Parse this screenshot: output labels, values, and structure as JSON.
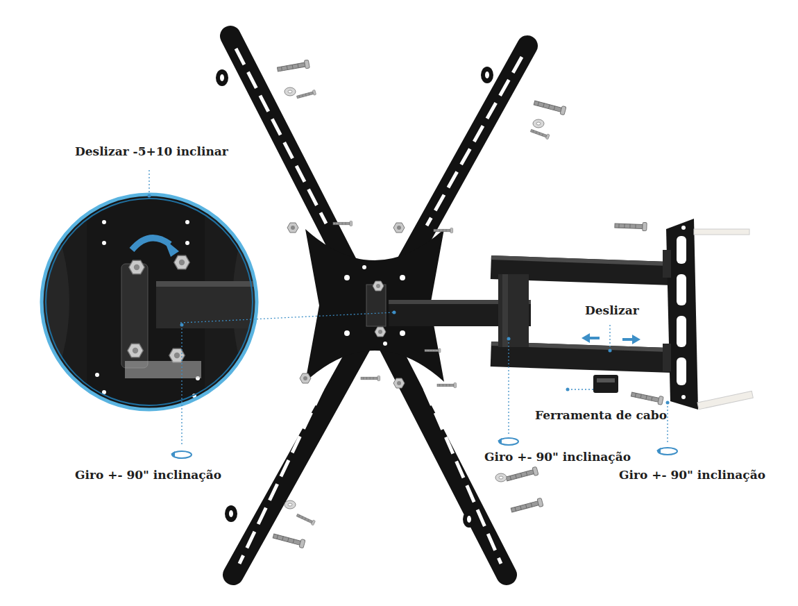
{
  "diagram": {
    "labels": [
      "Deslizar -5+10 inclinar",
      "Deslizar",
      "Ferramenta de cabo",
      "Giro +- 90\" inclinação",
      "Giro +- 90\" inclinação",
      "Giro +- 90\" inclinação"
    ]
  }
}
